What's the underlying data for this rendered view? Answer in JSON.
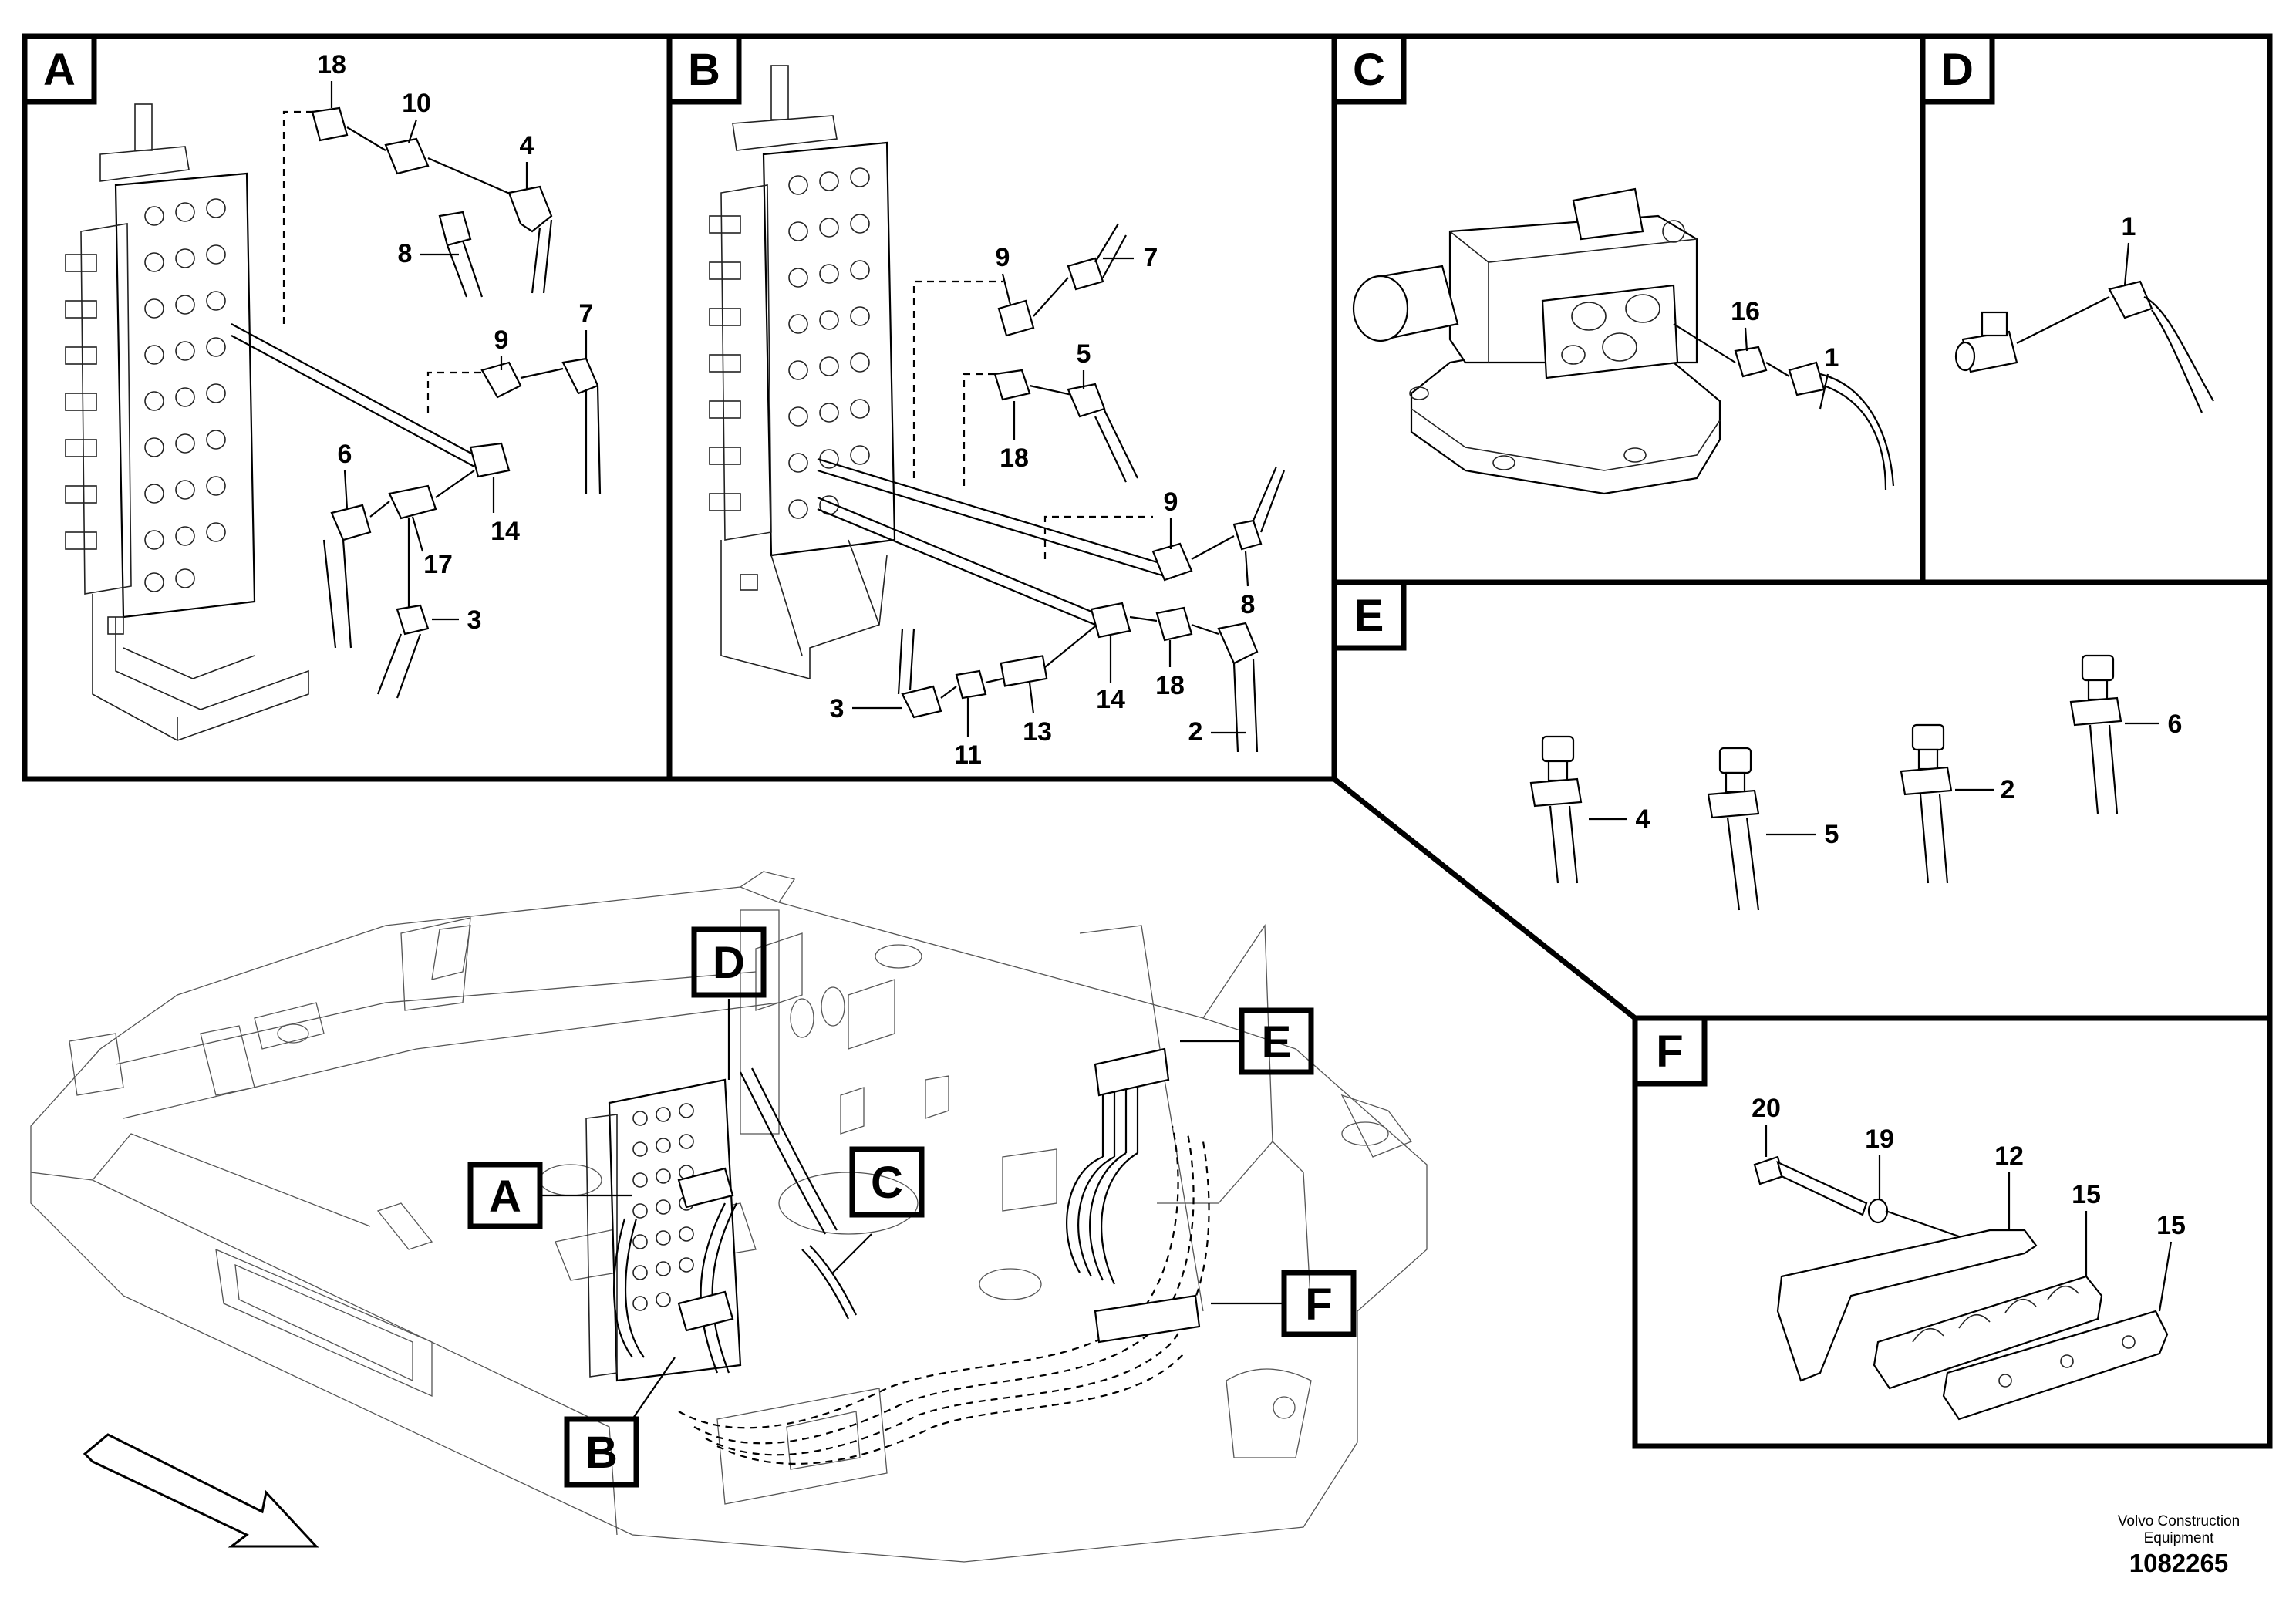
{
  "panels": [
    {
      "id": "A",
      "label": "A"
    },
    {
      "id": "B",
      "label": "B"
    },
    {
      "id": "C",
      "label": "C"
    },
    {
      "id": "D",
      "label": "D"
    },
    {
      "id": "E",
      "label": "E"
    },
    {
      "id": "F",
      "label": "F"
    }
  ],
  "callouts": {
    "A": [
      "18",
      "10",
      "4",
      "8",
      "9",
      "7",
      "6",
      "14",
      "17",
      "3"
    ],
    "B": [
      "9",
      "7",
      "5",
      "18",
      "9",
      "8",
      "3",
      "11",
      "13",
      "14",
      "18",
      "2"
    ],
    "C": [
      "16",
      "1"
    ],
    "D": [
      "1"
    ],
    "E": [
      "4",
      "5",
      "2",
      "6"
    ],
    "F": [
      "20",
      "19",
      "12",
      "15",
      "15"
    ]
  },
  "overview_labels": [
    "D",
    "E",
    "A",
    "C",
    "F",
    "B"
  ],
  "footer": {
    "brand_line1": "Volvo Construction",
    "brand_line2": "Equipment",
    "doc_number": "1082265"
  },
  "icons": [
    "front-direction-arrow-icon"
  ]
}
